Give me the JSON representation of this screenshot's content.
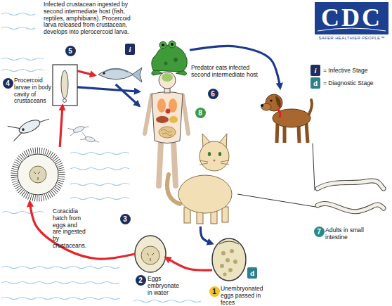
{
  "diagram": {
    "nodes": [
      {
        "text": [
          "5",
          "Infected crustacean ingested by second intermediate host (fish, reptiles, amphibians). Procercoid larva released from crustacean, develops into plerocercoid larva."
        ]
      },
      {
        "text": [
          "6",
          "Predator eats infected second intermediate host"
        ]
      },
      {
        "text": [
          "4",
          "Procercoid larvae in body cavity of crustaceans"
        ]
      },
      {
        "text": [
          "8"
        ]
      },
      {
        "text": [
          "7",
          "Adults in small intestine"
        ]
      },
      {
        "text": [
          "3",
          "Coracidia hatch from eggs and are ingested by crustaceans."
        ]
      },
      {
        "text": [
          "2",
          "Eggs embryonate in water"
        ]
      },
      {
        "text": [
          "1",
          "Unembryonated eggs passed in feces"
        ]
      }
    ],
    "edges": [
      {
        "from": 7,
        "to": 6,
        "arrow": "to"
      },
      {
        "from": 6,
        "to": 5,
        "arrow": "to"
      },
      {
        "from": 5,
        "to": 2,
        "arrow": "to"
      },
      {
        "from": 2,
        "to": 0,
        "arrow": "to"
      },
      {
        "from": 2,
        "to": 3,
        "arrow": "to"
      },
      {
        "from": 0,
        "to": 3,
        "arrow": "to"
      },
      {
        "from": 0,
        "to": 1,
        "arrow": "to"
      },
      {
        "from": 1,
        "to": 7,
        "arrow": "to"
      },
      {
        "from": 4,
        "to": 1,
        "arrow": "none"
      }
    ],
    "labels": [
      "CDC",
      "SAFER·HEALTHIER·PEOPLE™",
      "i",
      "d",
      "i",
      "d"
    ],
    "legend": [
      {
        "text": "= Infective Stage"
      },
      {
        "text": "= Diagnostic Stage"
      }
    ]
  }
}
